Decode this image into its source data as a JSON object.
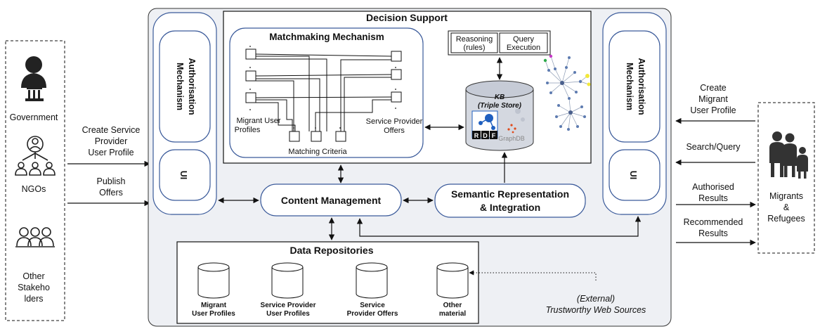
{
  "left_panel": {
    "government_label": "Government",
    "ngos_label": "NGOs",
    "other_label": [
      "Other",
      "Stakeho",
      "lders"
    ]
  },
  "left_arrows": {
    "create_profile": [
      "Create Service",
      "Provider",
      "User Profile"
    ],
    "publish_offers": [
      "Publish",
      "Offers"
    ]
  },
  "auth_left": {
    "label": [
      "Authorisation",
      "Mechanism"
    ],
    "ui_label": "UI"
  },
  "auth_right": {
    "label": [
      "Authorisation",
      "Mechanism"
    ],
    "ui_label": "UI"
  },
  "decision_support": {
    "title": "Decision Support",
    "matchmaking": {
      "title": "Matchmaking Mechanism",
      "migrant_profiles": [
        "Migrant User",
        "Profiles"
      ],
      "provider_offers": [
        "Service Provider",
        "Offers"
      ],
      "criteria": "Matching Criteria"
    },
    "reasoning": [
      "Reasoning",
      "(rules)"
    ],
    "query_execution": [
      "Query",
      "Execution"
    ],
    "kb": [
      "KB",
      "(Triple Store)"
    ],
    "rdf": [
      "R",
      "D",
      "F"
    ],
    "graphdb": "GraphDB"
  },
  "content_management": "Content Management",
  "semantic": [
    "Semantic Representation",
    "& Integration"
  ],
  "data_repositories": {
    "title": "Data Repositories",
    "items": [
      [
        "Migrant",
        "User Profiles"
      ],
      [
        "Service Provider",
        "User Profiles"
      ],
      [
        "Service",
        "Provider Offers"
      ],
      [
        "Other",
        "material"
      ]
    ]
  },
  "external": [
    "(External)",
    "Trustworthy Web Sources"
  ],
  "right_arrows": {
    "create_migrant": [
      "Create",
      "Migrant",
      "User Profile"
    ],
    "search": "Search/Query",
    "authorised": [
      "Authorised",
      "Results"
    ],
    "recommended": [
      "Recommended",
      "Results"
    ]
  },
  "right_panel": {
    "label": [
      "Migrants",
      "&",
      "Refugees"
    ]
  },
  "colors": {
    "panel_fill": "#eef0f4",
    "box_stroke": "#3a5a9a",
    "dark": "#1a1a1a",
    "rdf_blue": "#1f5fbf"
  }
}
